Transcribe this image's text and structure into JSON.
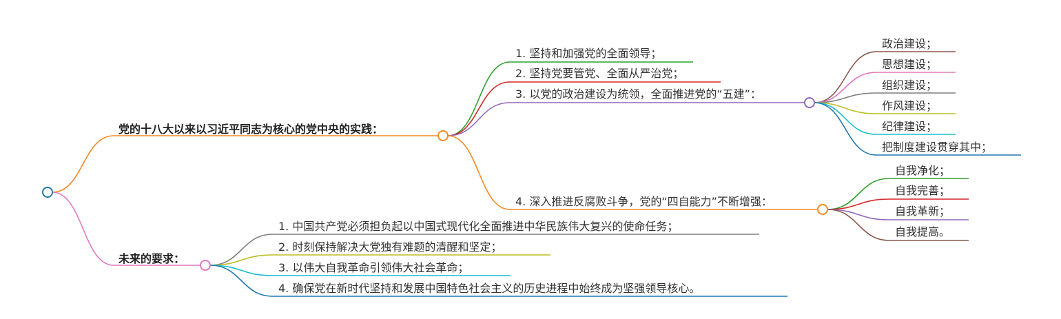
{
  "root": {
    "label": ""
  },
  "branches": [
    {
      "label": "党的十八大以来以习近平同志为核心的党中央的实践：",
      "color": "#f5891f",
      "children": [
        {
          "label": "1. 坚持和加强党的全面领导；",
          "color": "#2ca02c"
        },
        {
          "label": "2. 坚持党要管党、全面从严治党；",
          "color": "#d62728"
        },
        {
          "label": "3. 以党的政治建设为统领，全面推进党的“五建”：",
          "color": "#9467bd",
          "children": [
            {
              "label": "政治建设；",
              "color": "#8c564b"
            },
            {
              "label": "思想建设；",
              "color": "#e377c2"
            },
            {
              "label": "组织建设；",
              "color": "#7f7f7f"
            },
            {
              "label": "作风建设；",
              "color": "#bcbd22"
            },
            {
              "label": "纪律建设；",
              "color": "#17becf"
            },
            {
              "label": "把制度建设贯穿其中；",
              "color": "#1f77b4"
            }
          ]
        },
        {
          "label": "4. 深入推进反腐败斗争，党的“四自能力”不断增强：",
          "color": "#f5891f",
          "children": [
            {
              "label": "自我净化；",
              "color": "#2ca02c"
            },
            {
              "label": "自我完善；",
              "color": "#d62728"
            },
            {
              "label": "自我革新；",
              "color": "#9467bd"
            },
            {
              "label": "自我提高。",
              "color": "#8c564b"
            }
          ]
        }
      ]
    },
    {
      "label": "未来的要求：",
      "color": "#e377c2",
      "children": [
        {
          "label": "1. 中国共产党必须担负起以中国式现代化全面推进中华民族伟大复兴的使命任务；",
          "color": "#7f7f7f"
        },
        {
          "label": "2. 时刻保持解决大党独有难题的清醒和坚定；",
          "color": "#bcbd22"
        },
        {
          "label": "3. 以伟大自我革命引领伟大社会革命；",
          "color": "#17becf"
        },
        {
          "label": "4. 确保党在新时代坚持和发展中国特色社会主义的历史进程中始终成为坚强领导核心。",
          "color": "#1f77b4"
        }
      ]
    }
  ],
  "colors": {
    "root_stroke": "#1f77b4",
    "text": "#333333"
  }
}
